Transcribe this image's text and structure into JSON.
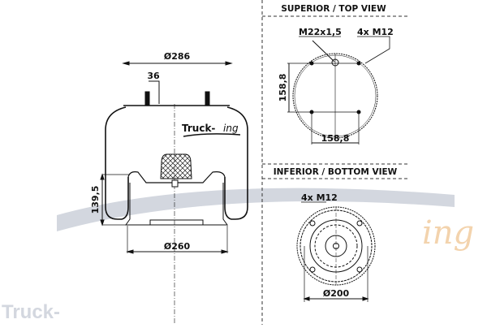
{
  "watermark": {
    "brand_main": "Truck-",
    "brand_script": "ing",
    "grey_color": "#cfd3dc",
    "orange_color": "#f0c590"
  },
  "logo": {
    "main": "Truck-",
    "script": "ing"
  },
  "side_view": {
    "top_diameter": "Ø286",
    "stud_height": "36",
    "height": "139,5",
    "bottom_diameter": "Ø260"
  },
  "top_view": {
    "title": "SUPERIOR / TOP VIEW",
    "center_thread": "M22x1,5",
    "bolts": "4x M12",
    "vertical_spacing": "158,8",
    "horizontal_spacing": "158,8"
  },
  "bottom_view": {
    "title": "INFERIOR / BOTTOM VIEW",
    "bolts": "4x M12",
    "diameter": "Ø200"
  },
  "colors": {
    "line": "#111111",
    "divider": "#333333"
  }
}
